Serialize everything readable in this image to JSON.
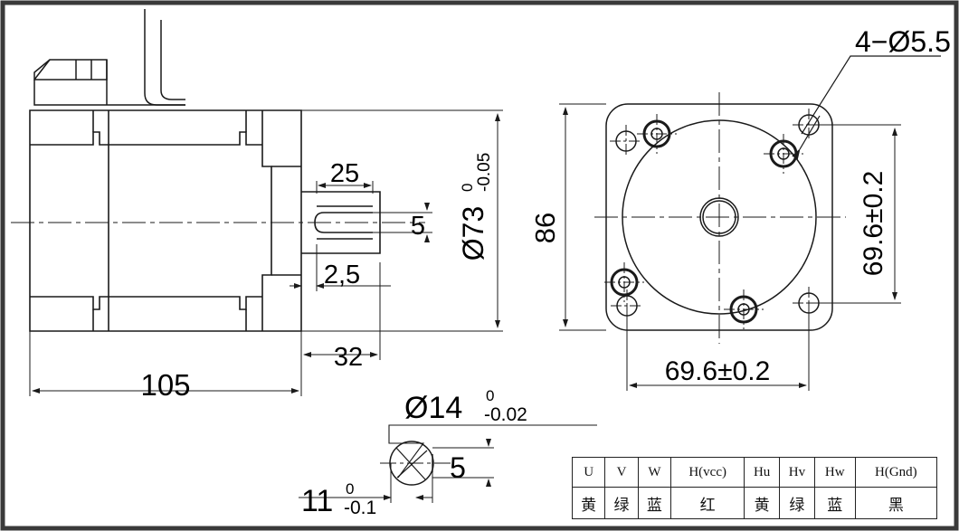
{
  "drawing": {
    "title": "Brushless DC motor outline dimension drawing",
    "border_color": "#3a3a3a",
    "line_color": "#1a1a1a",
    "views": {
      "side": {
        "name": "side-elevation-view"
      },
      "front": {
        "name": "front-flange-view"
      },
      "shaft_detail": {
        "name": "shaft-section-detail"
      }
    }
  },
  "dimensions": {
    "length_total": "105",
    "shaft_length": "32",
    "key_length": "25",
    "key_offset": "2,5",
    "key_height_side": "5",
    "body_diameter": "Ø73",
    "body_diameter_tol_upper": "0",
    "body_diameter_tol_lower": "-0.05",
    "flange_square": "86",
    "bolt_circle_h": "69.6±0.2",
    "bolt_circle_v": "69.6±0.2",
    "bolt_holes": "4−Ø5.5",
    "shaft_diameter": "Ø14",
    "shaft_diameter_tol_upper": "0",
    "shaft_diameter_tol_lower": "-0.02",
    "shaft_flat": "11",
    "shaft_flat_tol_upper": "0",
    "shaft_flat_tol_lower": "-0.1",
    "key_width_detail": "5"
  },
  "wiring_table": {
    "name": "wire-color-table",
    "headers": [
      "U",
      "V",
      "W",
      "H(vcc)",
      "Hu",
      "Hv",
      "Hw",
      "H(Gnd)"
    ],
    "colors": [
      "黄",
      "绿",
      "蓝",
      "红",
      "黄",
      "绿",
      "蓝",
      "黑"
    ]
  }
}
